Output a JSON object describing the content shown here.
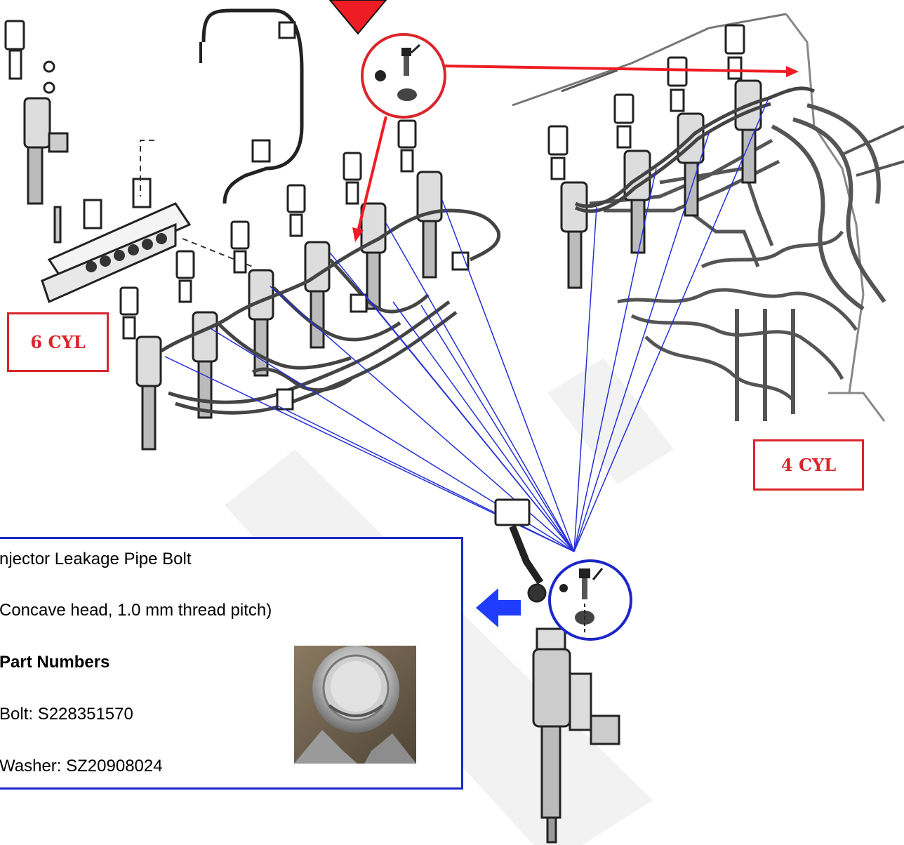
{
  "labels": {
    "six_cyl": "6 CYL",
    "four_cyl": "4 CYL"
  },
  "info_box": {
    "title": "njector Leakage Pipe Bolt",
    "subtitle": "Concave head, 1.0 mm thread pitch)",
    "parts_heading": "Part Numbers",
    "bolt": "Bolt: S228351570",
    "washer": "Washer: SZ20908024"
  },
  "colors": {
    "label_red": "#d9262b",
    "callout_blue": "#1c27c9",
    "leader_blue": "#2430d6",
    "arrow_red": "#ee1c24",
    "arrow_blue": "#1f3cff",
    "drawing": "#333333"
  }
}
